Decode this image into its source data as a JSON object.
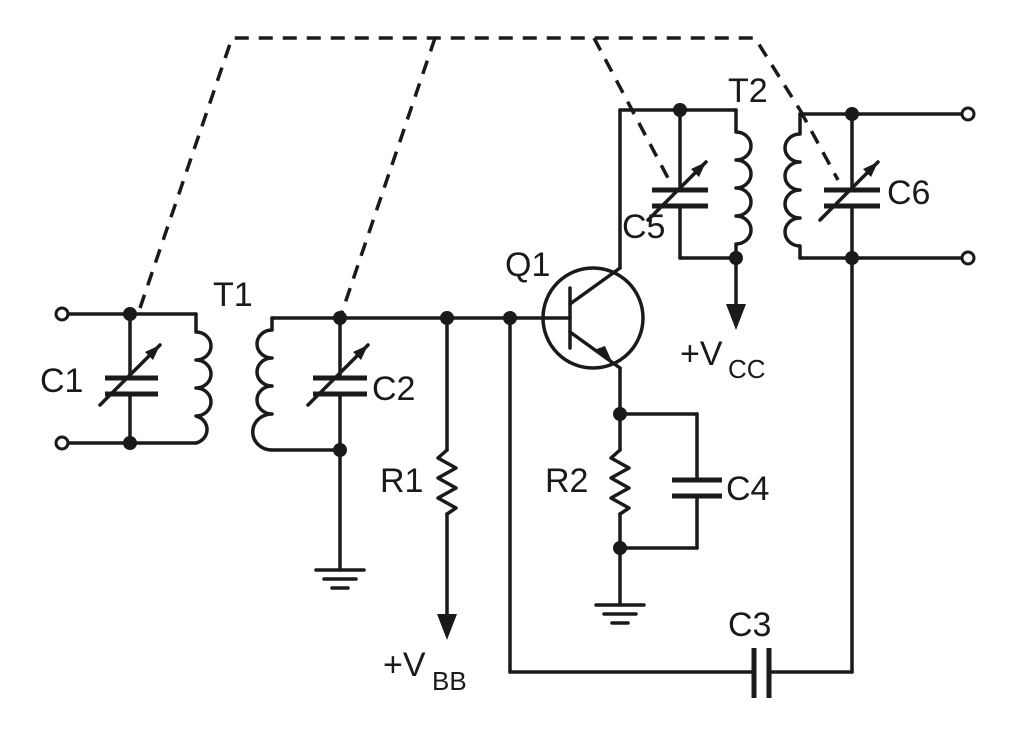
{
  "labels": {
    "c1": "C1",
    "c2": "C2",
    "c3": "C3",
    "c4": "C4",
    "c5": "C5",
    "c6": "C6",
    "t1": "T1",
    "t2": "T2",
    "q1": "Q1",
    "r1": "R1",
    "r2": "R2",
    "vcc_prefix": "+V",
    "vcc_sub": "CC",
    "vbb_prefix": "+V",
    "vbb_sub": "BB"
  },
  "colors": {
    "ink": "#1a1a1a",
    "background": "#ffffff"
  }
}
